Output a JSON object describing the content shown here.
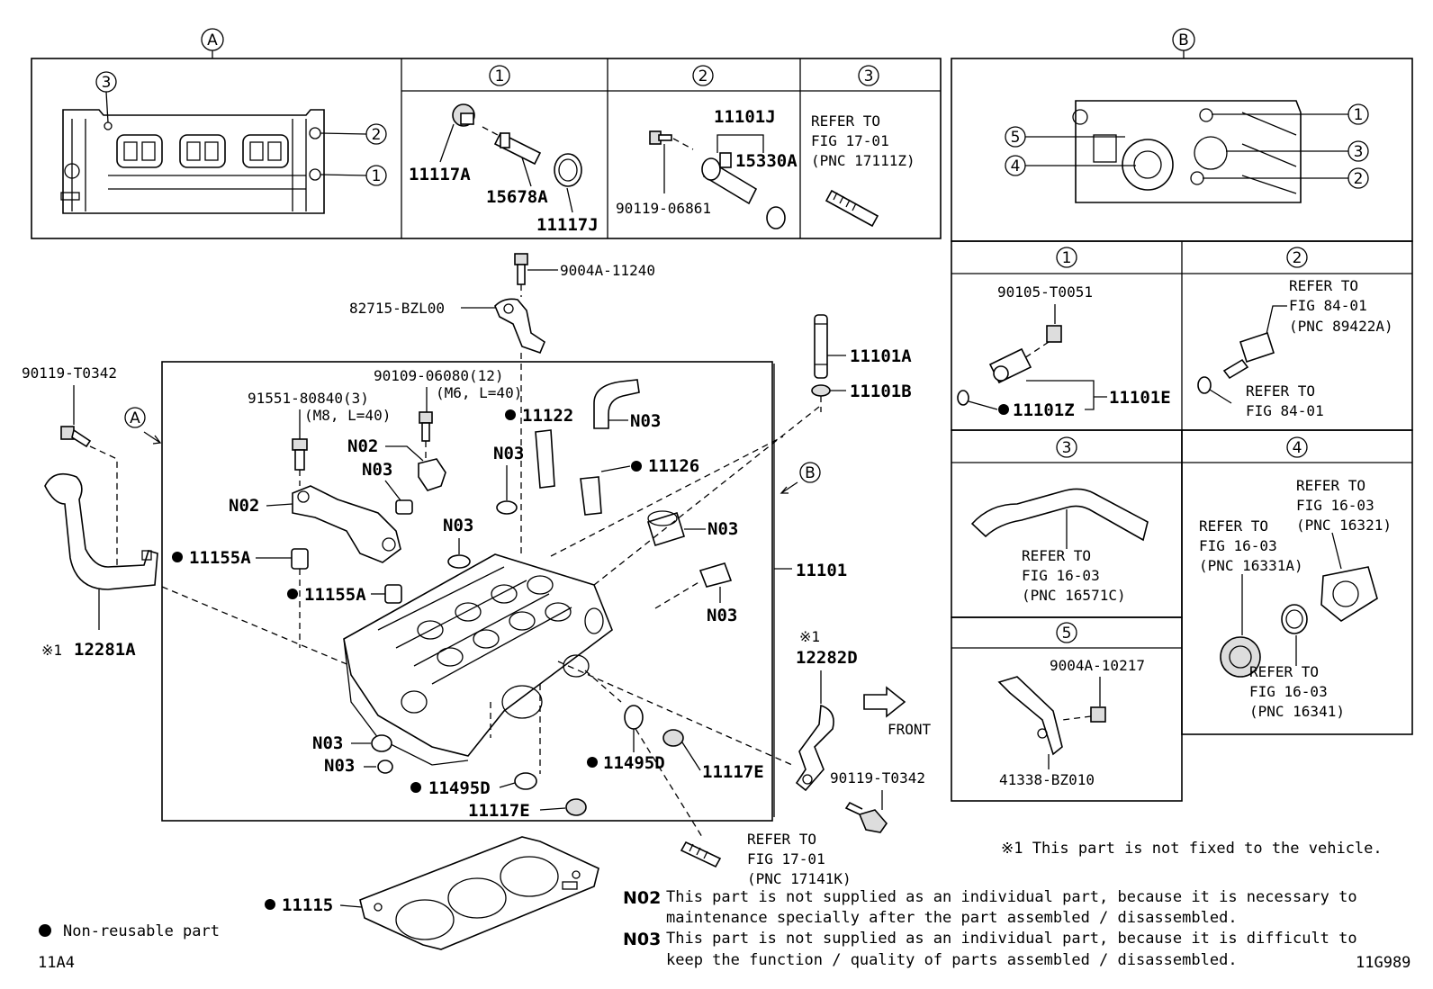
{
  "section_a": {
    "key": "A"
  },
  "section_b": {
    "key": "B"
  },
  "a_sub": {
    "one": "1",
    "two": "2",
    "three": "3"
  },
  "b_sub": {
    "one": "1",
    "two": "2",
    "three": "3",
    "four": "4",
    "five": "5"
  },
  "a1_parts": {
    "p1": "11117A",
    "p2": "15678A",
    "p3": "11117J"
  },
  "a2_parts": {
    "p1": "11101J",
    "p2": "15330A",
    "p3": "90119-06861"
  },
  "a3_refer": {
    "l1": "REFER TO",
    "l2": "FIG 17-01",
    "l3": "(PNC 17111Z)"
  },
  "b1_parts": {
    "p1": "90105-T0051",
    "p2": "11101Z",
    "p3": "11101E"
  },
  "b2_refer": {
    "l1": "REFER TO",
    "l2": "FIG 84-01",
    "l3": "(PNC 89422A)",
    "l4": "REFER TO",
    "l5": "FIG 84-01"
  },
  "b3_refer": {
    "l1": "REFER TO",
    "l2": "FIG 16-03",
    "l3": "(PNC 16571C)"
  },
  "b4_refer": {
    "a1": "REFER TO",
    "a2": "FIG 16-03",
    "a3": "(PNC 16321)",
    "b1": "REFER TO",
    "b2": "FIG 16-03",
    "b3": "(PNC 16331A)",
    "c1": "REFER TO",
    "c2": "FIG 16-03",
    "c3": "(PNC 16341)"
  },
  "b5_parts": {
    "p1": "9004A-10217",
    "p2": "41338-BZ010"
  },
  "main_parts": {
    "p9004a11240": "9004A-11240",
    "p82715": "82715-BZL00",
    "p90119t0342a": "90119-T0342",
    "p91551": "91551-80840(3)",
    "p91551sub": "(M8, L=40)",
    "p90109": "90109-06080(12)",
    "p90109sub": "(M6, L=40)",
    "p11122": "11122",
    "p11126": "11126",
    "p11101a": "11101A",
    "p11101b": "11101B",
    "p11101": "11101",
    "p11155a1": "11155A",
    "p11155a2": "11155A",
    "p12281a": "12281A",
    "p12282d": "12282D",
    "p11495d1": "11495D",
    "p11495d2": "11495D",
    "p11117e1": "11117E",
    "p11117e2": "11117E",
    "p90119t0342b": "90119-T0342",
    "p11115": "11115",
    "asterisk": "※1",
    "front": "FRONT",
    "refer1": "REFER TO",
    "refer2": "FIG 17-01",
    "refer3": "(PNC 17141K)"
  },
  "n_labels": {
    "n02": "N02",
    "n03": "N03"
  },
  "footnote": "※1 This part is not fixed to the vehicle.",
  "notes": {
    "n02_line1": "This part is not supplied as an individual part, because it is necessary to",
    "n02_line2": "maintenance specially after the part assembled / disassembled.",
    "n03_line1": "This part is not supplied as an individual part, because it is difficult to",
    "n03_line2": "keep the function / quality of parts assembled / disassembled."
  },
  "legend": {
    "nonreusable": "Non-reusable part"
  },
  "codes": {
    "left": "11A4",
    "right": "11G989"
  }
}
